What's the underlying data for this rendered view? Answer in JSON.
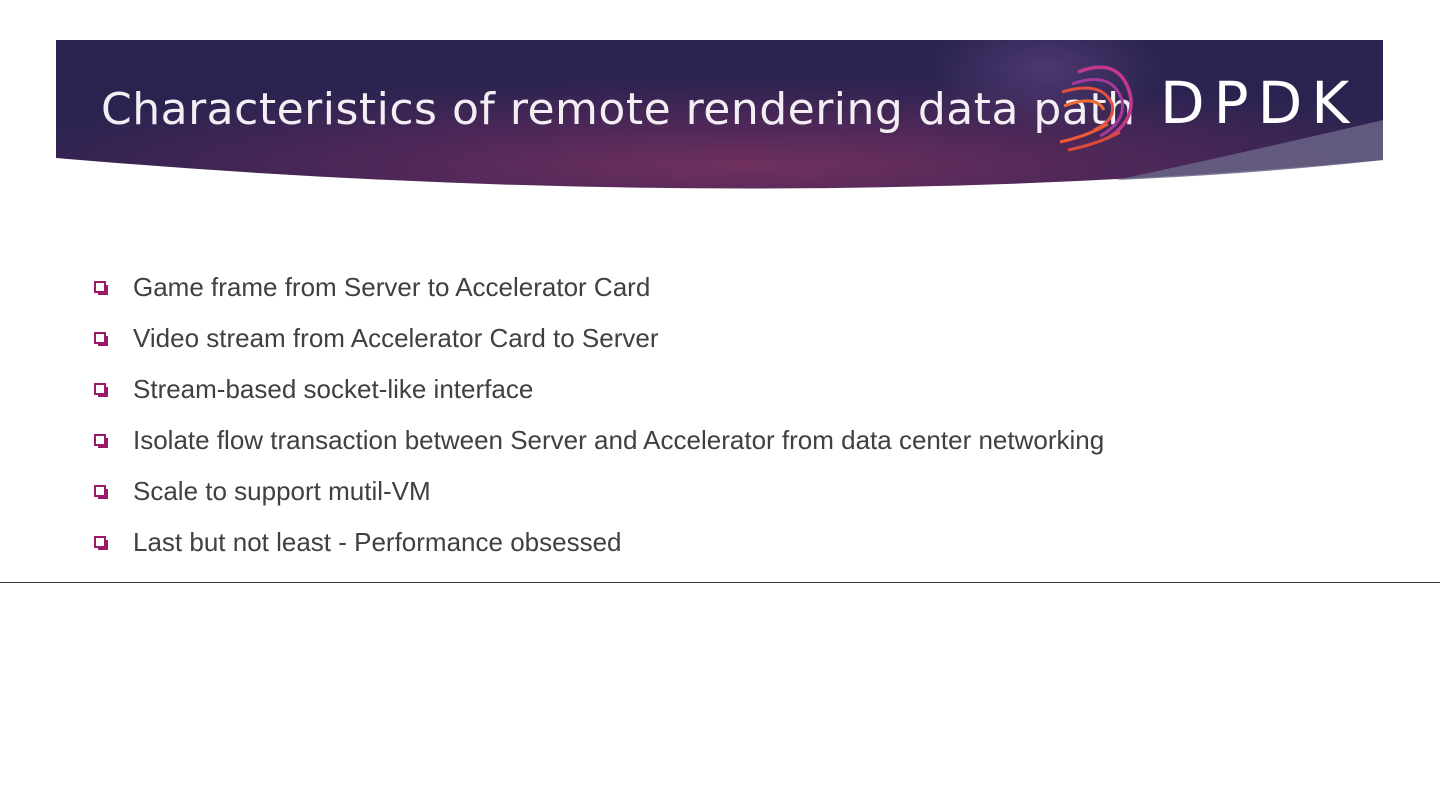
{
  "slide": {
    "title": "Characteristics of remote rendering data path",
    "logo_text": "DPDK",
    "bullet_icon": "checkbox-square-icon",
    "colors": {
      "banner_dark": "#2a2350",
      "banner_accent": "#6e2c62",
      "bullet": "#9c1a6a",
      "text": "#404040"
    },
    "bullets": [
      "Game frame from Server to Accelerator Card",
      "Video stream from Accelerator Card to Server",
      "Stream-based socket-like interface",
      "Isolate flow transaction between Server and Accelerator from data center networking",
      "Scale to support mutil-VM",
      "Last but not least - Performance obsessed"
    ]
  }
}
